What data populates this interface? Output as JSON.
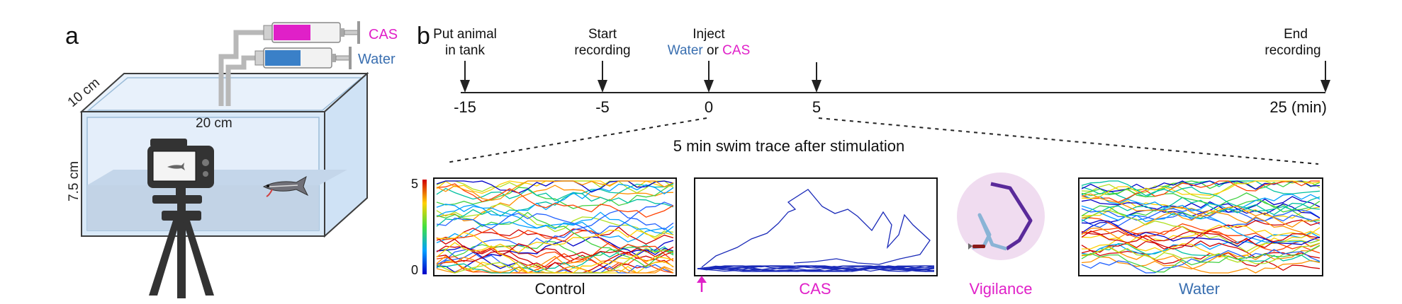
{
  "panel_a": {
    "letter": "a",
    "syringe_top_label": "CAS",
    "syringe_bottom_label": "Water",
    "dim_depth": "10 cm",
    "dim_width": "20 cm",
    "dim_height": "7.5 cm"
  },
  "panel_b": {
    "letter": "b",
    "timeline": {
      "events": [
        {
          "line1": "Put animal",
          "line2": "in tank",
          "time": "-15"
        },
        {
          "line1": "Start",
          "line2": "recording",
          "time": "-5"
        },
        {
          "line1": "Inject",
          "line2_a": "Water",
          "line2_mid": " or ",
          "line2_b": "CAS",
          "time": "0"
        },
        {
          "line1": "",
          "line2": "",
          "time": "5"
        },
        {
          "line1": "End",
          "line2": "recording",
          "time": "25 (min)"
        }
      ]
    },
    "trace_title": "5 min swim trace after stimulation",
    "colorbar": {
      "max": "5",
      "min": "0"
    },
    "traces": [
      {
        "label": "Control"
      },
      {
        "label": "CAS"
      },
      {
        "label": "Vigilance"
      },
      {
        "label": "Water"
      }
    ]
  },
  "colors": {
    "cas_magenta": "#e020c8",
    "water_blue": "#3a6fb0",
    "vigilance_circle": "#f0dcf0",
    "vigilance_path": "#5a2a9a",
    "vigilance_path_light": "#8ab4d6"
  }
}
